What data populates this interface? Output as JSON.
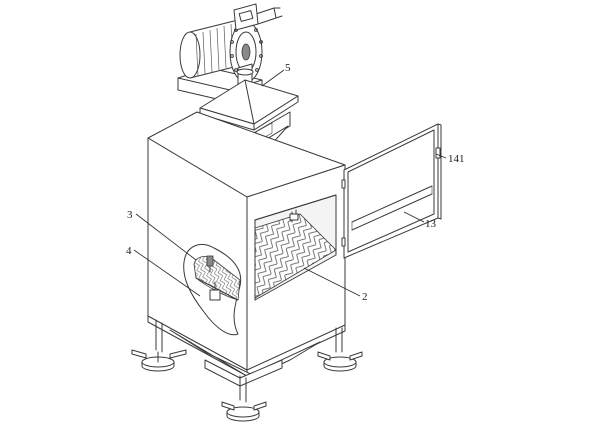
{
  "labels": {
    "l5": "5",
    "l141": "141",
    "l13": "13",
    "l3": "3",
    "l4": "4",
    "l2": "2"
  }
}
